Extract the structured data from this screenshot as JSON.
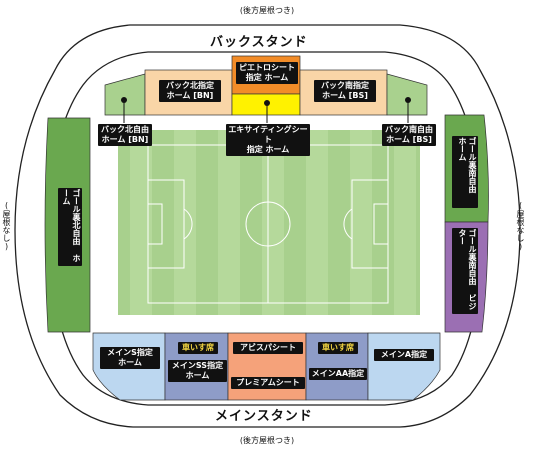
{
  "top_roof_note": "(後方屋根つき)",
  "bottom_roof_note": "(後方屋根つき)",
  "left_no_roof": "(屋根なし)",
  "right_no_roof": "(屋根なし)",
  "back_stand_title": "バックスタンド",
  "main_stand_title": "メインスタンド",
  "sections": {
    "bijetoro": "ピエトロシート\n指定 ホーム",
    "back_north_reserved": "バック北指定\nホーム [BN]",
    "back_south_reserved": "バック南指定\nホーム [BS]",
    "exciting": "エキサイティングシート\n指定 ホーム",
    "back_north_free": "バック北自由\nホーム [BN]",
    "back_south_free": "バック南自由\nホーム [BS]",
    "goal_north_free": "ゴール裏北自由 ホーム",
    "goal_south_free_home": "ゴール裏南自由 ホーム",
    "goal_south_free_visitor": "ゴール裏南自由 ビジター",
    "main_s": "メインS指定\nホーム",
    "wheelchair_left": "車いす席",
    "main_ss": "メインSS指定\nホーム",
    "avispa": "アビスパシート",
    "premium": "プレミアムシート",
    "wheelchair_right": "車いす席",
    "main_aa": "メインAA指定",
    "main_a": "メインA指定"
  },
  "colors": {
    "pitch": "#a8d08d",
    "pitch_stripe": "#b5d99b",
    "green_stand": "#6aa84f",
    "back_reserved": "#f9d5a7",
    "bijetoro": "#f28c28",
    "exciting": "#fff200",
    "back_free": "#a9d18e",
    "visitor": "#9b6fb3",
    "main_s": "#bcd7f0",
    "main_ss": "#8e9cc8",
    "avispa": "#f5a27a",
    "wheelchair_tag": "#f5d742"
  }
}
